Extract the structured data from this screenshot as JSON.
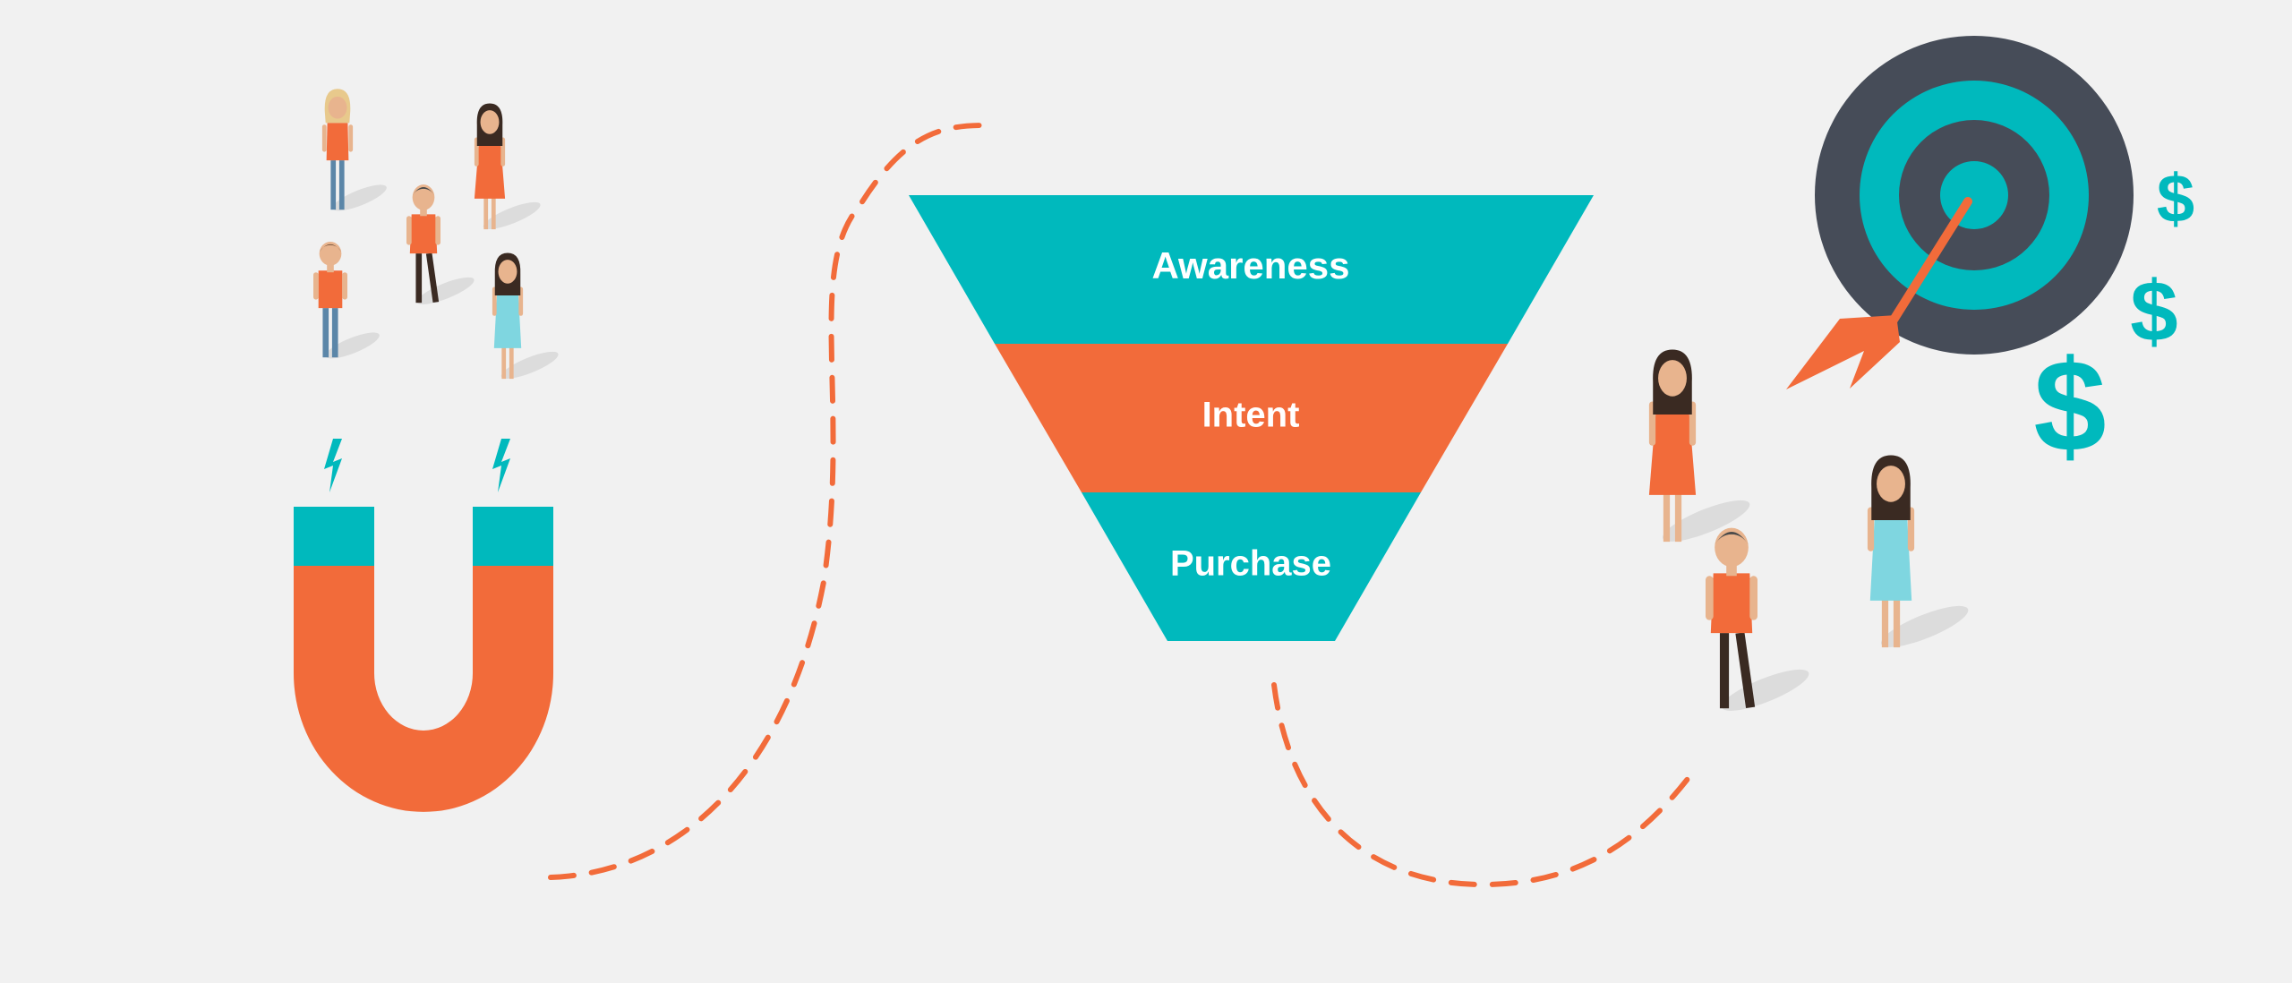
{
  "funnel": {
    "stages": [
      {
        "label": "Awareness",
        "color": "#00b9bd"
      },
      {
        "label": "Intent",
        "color": "#f26b3a"
      },
      {
        "label": "Purchase",
        "color": "#00b9bd"
      }
    ]
  },
  "target": {
    "ring_outer": "#464c58",
    "ring_teal": "#00b9bd",
    "arrow": "#f26b3a",
    "currency_symbols": [
      "$",
      "$",
      "$"
    ]
  },
  "colors": {
    "background": "#f1f1f1",
    "teal": "#00b9bd",
    "orange": "#f26b3a",
    "light_blue": "#7fd6e0",
    "dark": "#464c58",
    "skin": "#e8b48e",
    "hair_dark": "#3a2a22",
    "hair_blonde": "#e8c98c"
  },
  "icons": [
    "magnet-icon",
    "lightning-icon",
    "target-icon",
    "dart-arrow-icon",
    "dollar-sign-icon",
    "person-icon"
  ]
}
